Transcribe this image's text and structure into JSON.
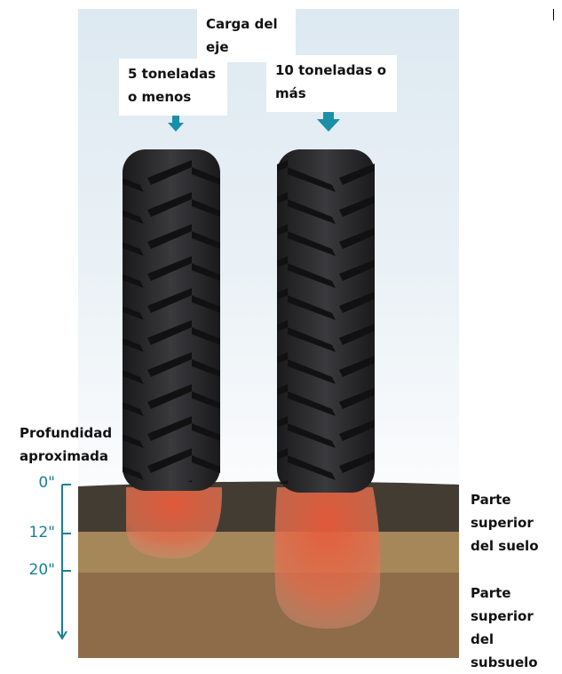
{
  "labels": {
    "axle_load": "Carga del eje",
    "light_load": "5 toneladas o menos",
    "heavy_load": "10 toneladas o más",
    "depth_title": "Profundidad aproximada",
    "topsoil": "Parte superior del suelo",
    "subsoil": "Parte superior del subsuelo"
  },
  "depth_ticks": [
    "0\"",
    "12\"",
    "20\""
  ],
  "colors": {
    "accent": "#1a8fa8",
    "topsoil": "#433c33",
    "middle": "#a6875a",
    "subsoil": "#8e6b49",
    "compaction": "#e2603f"
  }
}
